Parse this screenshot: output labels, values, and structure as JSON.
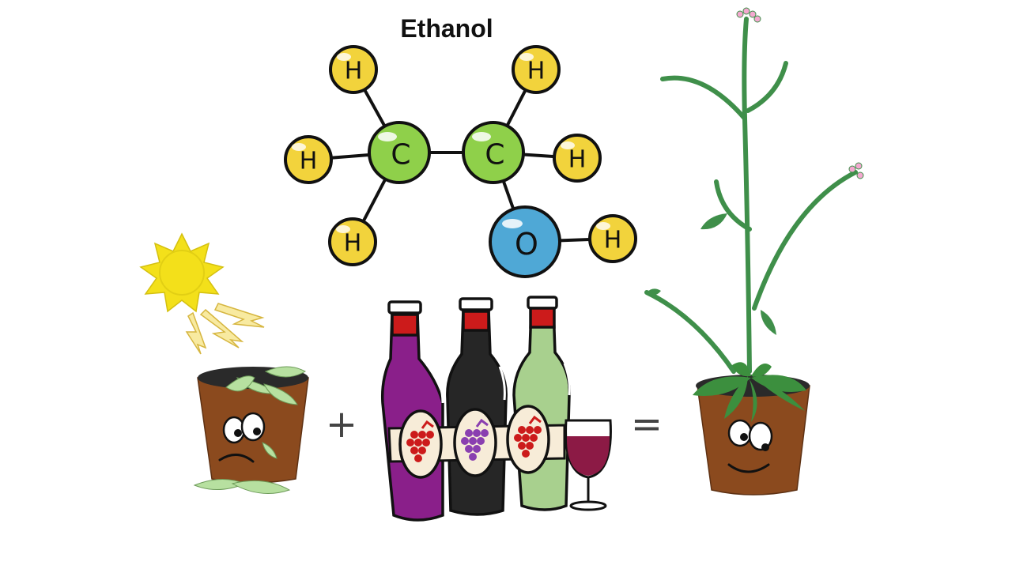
{
  "title": "Ethanol",
  "molecule": {
    "atoms": [
      {
        "id": "c1",
        "symbol": "C",
        "element": "carbon"
      },
      {
        "id": "c2",
        "symbol": "C",
        "element": "carbon"
      },
      {
        "id": "o1",
        "symbol": "O",
        "element": "oxygen"
      },
      {
        "id": "h1",
        "symbol": "H",
        "element": "hydrogen"
      },
      {
        "id": "h2",
        "symbol": "H",
        "element": "hydrogen"
      },
      {
        "id": "h3",
        "symbol": "H",
        "element": "hydrogen"
      },
      {
        "id": "h4",
        "symbol": "H",
        "element": "hydrogen"
      },
      {
        "id": "h5",
        "symbol": "H",
        "element": "hydrogen"
      },
      {
        "id": "h6",
        "symbol": "H",
        "element": "hydrogen"
      }
    ],
    "colors": {
      "hydrogen": "#f2d33c",
      "carbon": "#8fd04a",
      "oxygen": "#4fa8d6"
    }
  },
  "equation": {
    "plus": "+",
    "equals": "=",
    "left": "sad-wilting-plant-in-sun",
    "middle": "wine-bottles-and-glass",
    "right": "happy-healthy-plant"
  },
  "colors": {
    "pot": "#8b4a1e",
    "soil": "#2a2a2a",
    "stem": "#3f8f4a",
    "sun": "#f3e01a",
    "bottle_purple": "#8a1f8a",
    "bottle_black": "#262626",
    "bottle_green": "#a8d08e",
    "cap": "#cc1b1b",
    "wine": "#8c1a45"
  }
}
